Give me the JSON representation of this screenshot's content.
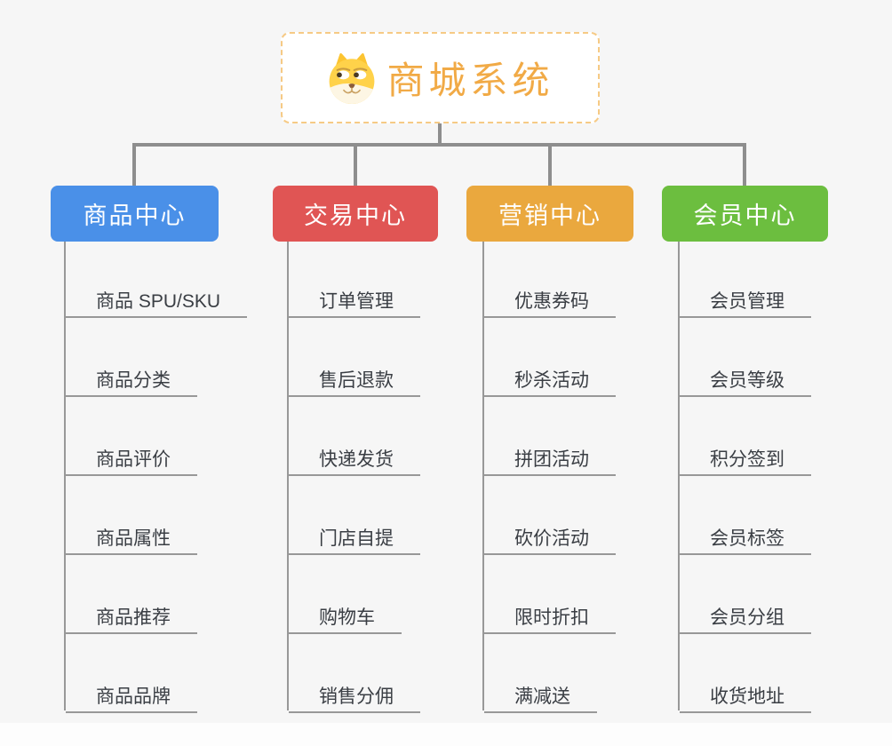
{
  "root": {
    "title": "商城系统",
    "icon": "dog-face-icon",
    "title_color": "#f1aa46",
    "border_color": "#f6ca85"
  },
  "connector_color": "#8e8e8e",
  "background_color": "#f6f6f6",
  "branches": [
    {
      "label": "商品中心",
      "color": "#4a90e8",
      "children": [
        "商品 SPU/SKU",
        "商品分类",
        "商品评价",
        "商品属性",
        "商品推荐",
        "商品品牌"
      ]
    },
    {
      "label": "交易中心",
      "color": "#e05554",
      "children": [
        "订单管理",
        "售后退款",
        "快递发货",
        "门店自提",
        "购物车",
        "销售分佣"
      ]
    },
    {
      "label": "营销中心",
      "color": "#eaa83e",
      "children": [
        "优惠券码",
        "秒杀活动",
        "拼团活动",
        "砍价活动",
        "限时折扣",
        "满减送"
      ]
    },
    {
      "label": "会员中心",
      "color": "#6cbe3f",
      "children": [
        "会员管理",
        "会员等级",
        "积分签到",
        "会员标签",
        "会员分组",
        "收货地址"
      ]
    }
  ]
}
